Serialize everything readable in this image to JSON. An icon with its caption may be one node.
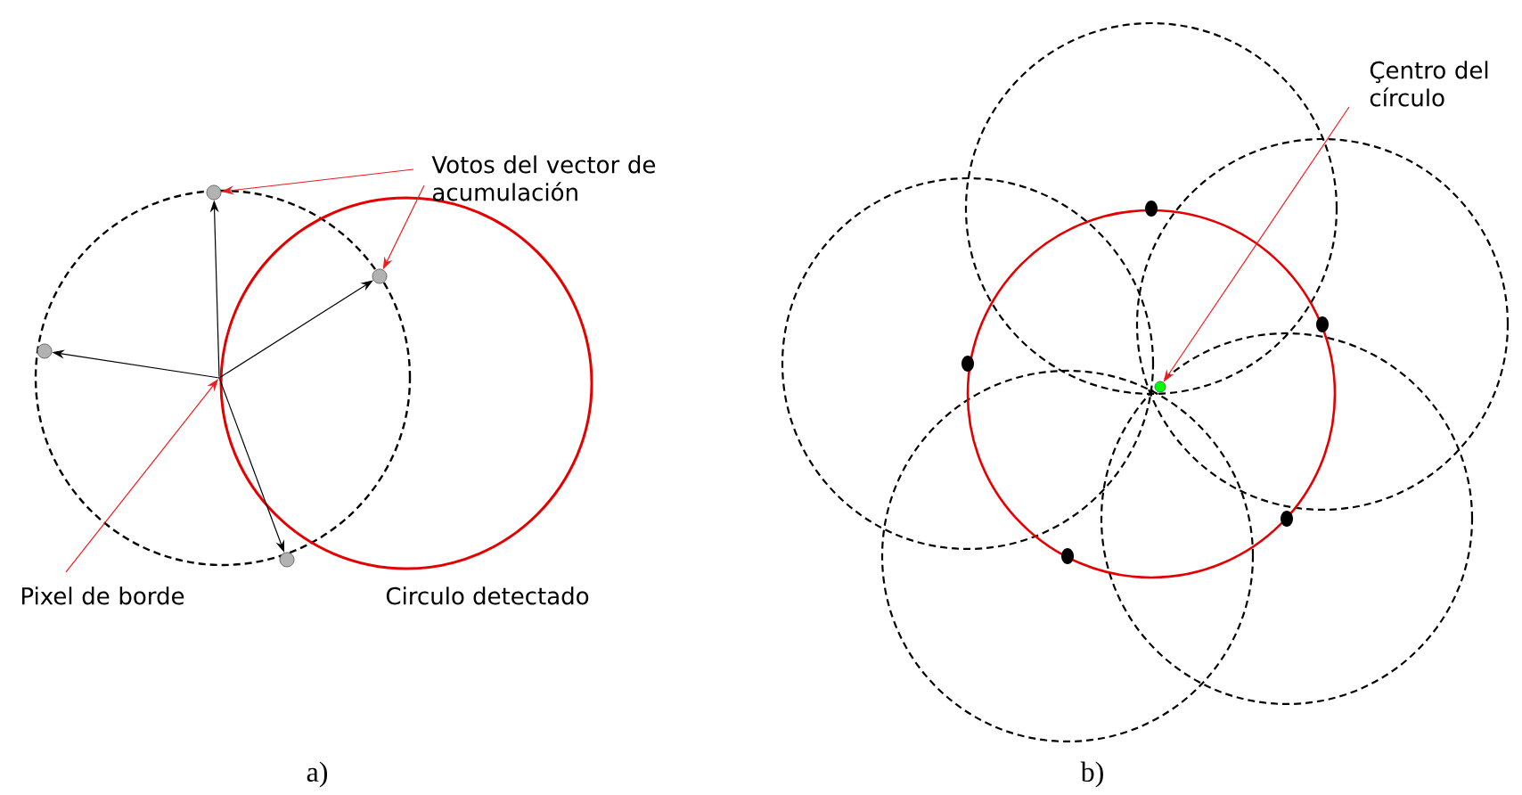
{
  "diagram": {
    "nodes": [
      {
        "text": [
          "Votos del vector de acumulación"
        ]
      },
      {
        "text": [
          "Pixel de borde"
        ]
      },
      {
        "text": [],
        "shape": "circle"
      },
      {
        "text": [],
        "shape": "circle"
      },
      {
        "text": [],
        "shape": "circle"
      },
      {
        "text": [],
        "shape": "circle"
      },
      {
        "text": [],
        "shape": "circle"
      },
      {
        "text": [
          "Çentro del círculo"
        ]
      },
      {
        "text": [],
        "shape": "circle"
      }
    ],
    "edges": [
      {
        "from": 2,
        "to": 3,
        "arrow": "to"
      },
      {
        "from": 2,
        "to": 4,
        "arrow": "to"
      },
      {
        "from": 2,
        "to": 5,
        "arrow": "to"
      },
      {
        "from": 2,
        "to": 6,
        "arrow": "to"
      },
      {
        "from": 0,
        "to": 3,
        "arrow": "to",
        "color": "#ee1c1c"
      },
      {
        "from": 0,
        "to": 4,
        "arrow": "to",
        "color": "#ee1c1c"
      },
      {
        "from": 1,
        "to": 2,
        "arrow": "to",
        "color": "#ee1c1c"
      },
      {
        "from": 7,
        "to": 8,
        "arrow": "to",
        "color": "#ee1c1c"
      }
    ],
    "labels": [
      "Circulo detectado",
      "a)",
      "b)"
    ]
  }
}
